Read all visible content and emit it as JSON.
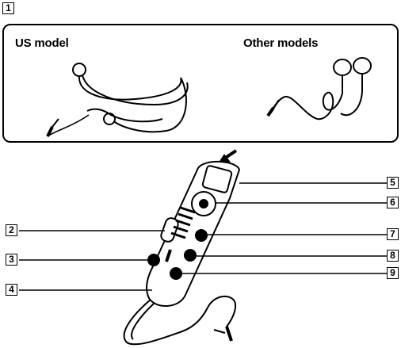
{
  "figure_number": "1",
  "panel": {
    "us_label": "US model",
    "other_label": "Other models"
  },
  "callouts": [
    {
      "id": "2",
      "label": "2"
    },
    {
      "id": "3",
      "label": "3"
    },
    {
      "id": "4",
      "label": "4"
    },
    {
      "id": "5",
      "label": "5"
    },
    {
      "id": "6",
      "label": "6"
    },
    {
      "id": "7",
      "label": "7"
    },
    {
      "id": "8",
      "label": "8"
    },
    {
      "id": "9",
      "label": "9"
    }
  ]
}
